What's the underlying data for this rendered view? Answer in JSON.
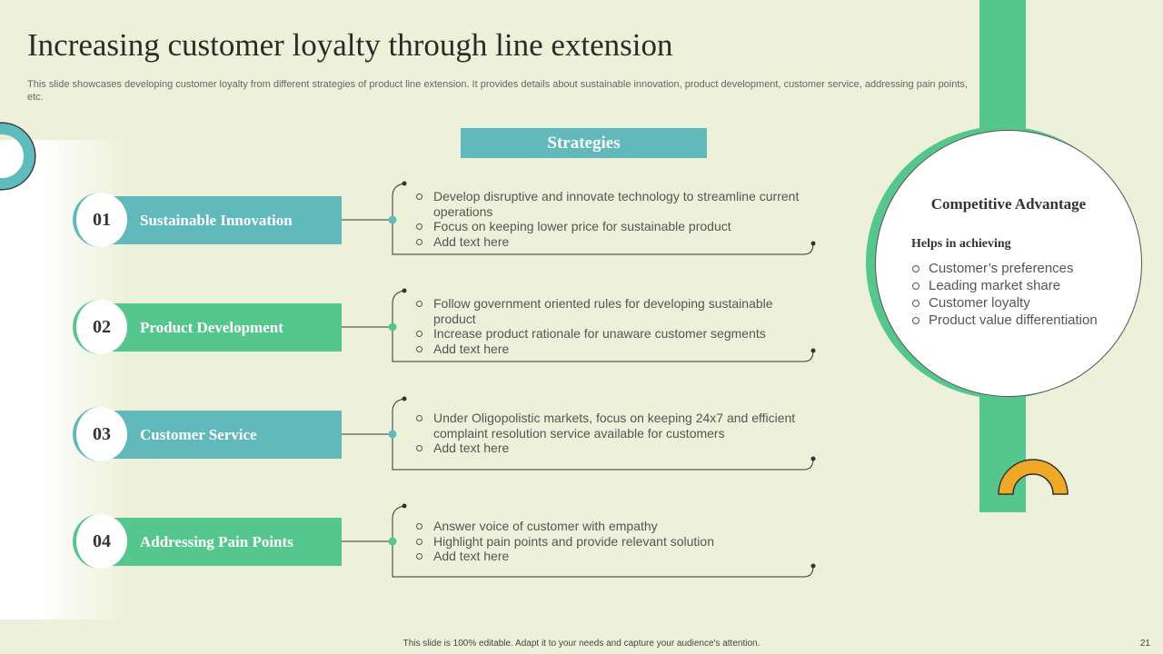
{
  "slide": {
    "title": "Increasing customer loyalty through line extension",
    "subtitle": "This slide showcases developing customer loyalty from different strategies of product line extension. It provides details about sustainable innovation, product development, customer service, addressing pain points, etc.",
    "strategies_label": "Strategies",
    "footer": "This slide is 100% editable. Adapt it to your needs and capture your audience's attention.",
    "page_number": "21"
  },
  "strategies": [
    {
      "number": "01",
      "label": "Sustainable Innovation",
      "color": "#62b9bb",
      "bullets": [
        "Develop disruptive and innovate technology to streamline current operations",
        "Focus on keeping lower price for sustainable product",
        "Add text here"
      ]
    },
    {
      "number": "02",
      "label": "Product Development",
      "color": "#56c68f",
      "bullets": [
        "Follow government oriented rules for developing sustainable product",
        "Increase product rationale for unaware customer segments",
        "Add text here"
      ]
    },
    {
      "number": "03",
      "label": "Customer Service",
      "color": "#62b9bb",
      "bullets": [
        "Under Oligopolistic markets, focus on keeping 24x7 and efficient complaint resolution service available for customers",
        "Add text here"
      ]
    },
    {
      "number": "04",
      "label": "Addressing Pain Points",
      "color": "#56c68f",
      "bullets": [
        "Answer voice of customer with empathy",
        "Highlight pain points and provide relevant solution",
        "Add text here"
      ]
    }
  ],
  "competitive_advantage": {
    "title": "Competitive Advantage",
    "subtitle": "Helps in achieving",
    "items": [
      "Customer’s preferences",
      "Leading market share",
      "Customer loyalty",
      "Product value  differentiation"
    ]
  },
  "colors": {
    "background": "#edf1d9",
    "teal": "#62b9bb",
    "green": "#56c68f",
    "orange": "#f0a827"
  }
}
